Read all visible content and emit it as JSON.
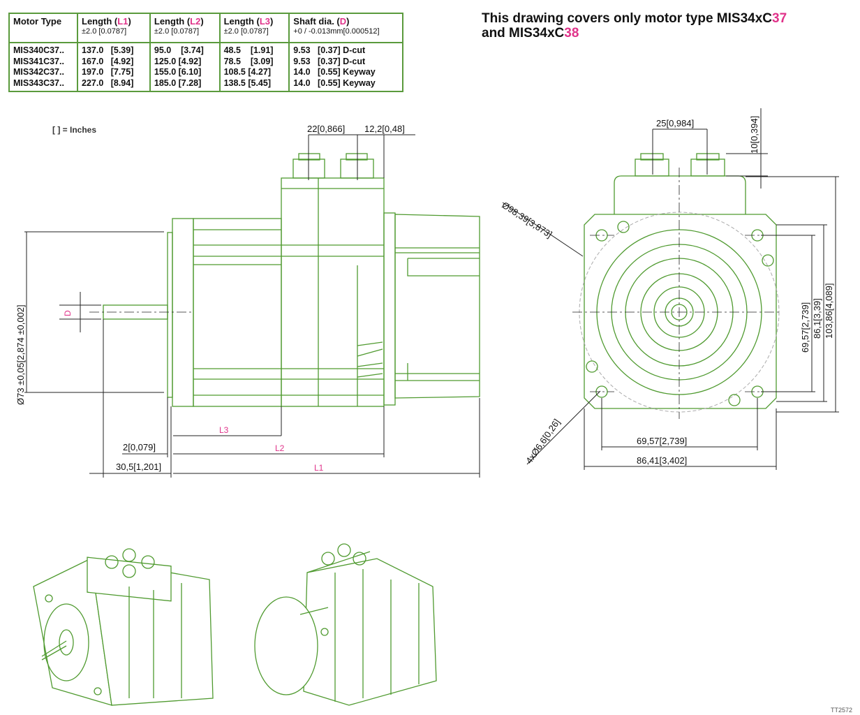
{
  "table": {
    "headers": [
      {
        "label": "Motor Type",
        "sub": ""
      },
      {
        "label": "Length (",
        "key": "L1",
        "close": ")",
        "sub": "±2.0 [0.0787]"
      },
      {
        "label": "Length (",
        "key": "L2",
        "close": ")",
        "sub": "±2.0 [0.0787]"
      },
      {
        "label": "Length (",
        "key": "L3",
        "close": ")",
        "sub": "±2.0 [0.0787]"
      },
      {
        "label": "Shaft dia. (",
        "key": "D",
        "close": ")",
        "sub": "+0 / -0.013mm[0.000512]"
      }
    ],
    "columns": [
      "MIS340C37..\nMIS341C37..\nMIS342C37..\nMIS343C37..",
      "137.0   [5.39]\n167.0   [4.92]\n197.0   [7.75]\n227.0   [8.94]",
      "95.0    [3.74]\n125.0 [4.92]\n155.0 [6.10]\n185.0 [7.28]",
      "48.5    [1.91]\n78.5    [3.09]\n108.5 [4.27]\n138.5 [5.45]",
      "9.53   [0.37] D-cut\n9.53   [0.37] D-cut\n14.0   [0.55] Keyway\n14.0   [0.55] Keyway"
    ]
  },
  "title": {
    "line1": "This drawing covers only motor type MIS34xC",
    "line1_accent": "37",
    "line2": "and MIS34xC",
    "line2_accent": "38"
  },
  "legend": "[ ] = Inches",
  "side_view": {
    "dim_connector_pitch": "22[0,866]",
    "dim_connector_offset": "12,2[0,48]",
    "dim_pilot": "Ø73 ±0,05[2,874 ±0,002]",
    "dim_shaft": "D",
    "dim_L3": "L3",
    "dim_L2": "L2",
    "dim_L1": "L1",
    "dim_flange": "2[0,079]",
    "dim_shaft_len": "30,5[1,201]"
  },
  "front_view": {
    "dim_connector_pitch": "25[0,984]",
    "dim_connector_height": "10[0,394]",
    "dim_bolt_circle": "Ø98,39[3,873]",
    "dim_holes": "4xØ6,6[0,26]",
    "dim_hole_v": "69,57[2,739]",
    "dim_body_v": "86,1[3,39]",
    "dim_total_v": "103,86[4,089]",
    "dim_hole_h": "69,57[2,739]",
    "dim_body_h": "86,41[3,402]"
  },
  "drawing_id": "TT2572",
  "colors": {
    "line": "#4f9a2f",
    "accent": "#e0338a"
  }
}
